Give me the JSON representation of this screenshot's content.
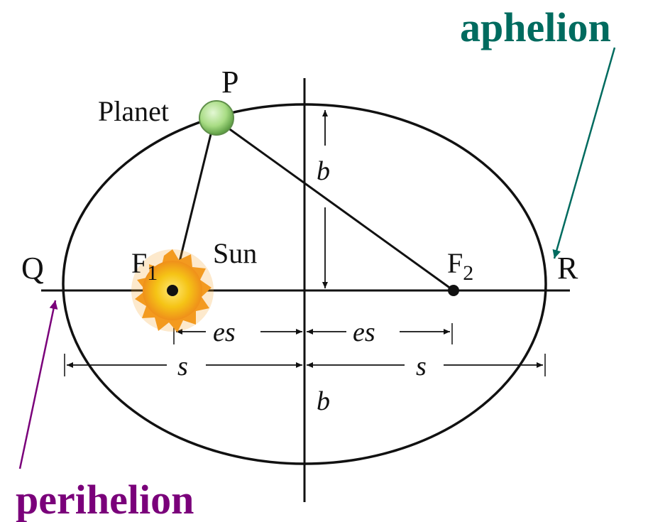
{
  "labels": {
    "aphelion": "aphelion",
    "perihelion": "perihelion",
    "planet": "Planet",
    "point_p": "P",
    "point_q": "Q",
    "point_r": "R",
    "sun": "Sun",
    "focus1_letter": "F",
    "focus1_sub": "1",
    "focus2_letter": "F",
    "focus2_sub": "2",
    "semi_minor_top": "b",
    "semi_minor_bottom": "b",
    "focal_distance_left": "es",
    "focal_distance_right": "es",
    "semi_major_left": "s",
    "semi_major_right": "s"
  },
  "colors": {
    "aphelion": "#006b5f",
    "perihelion": "#7a007a",
    "line": "#111111",
    "planet_fill": "#a8dc84",
    "sun_core": "#f5c416",
    "sun_glow": "#f08a1c"
  }
}
